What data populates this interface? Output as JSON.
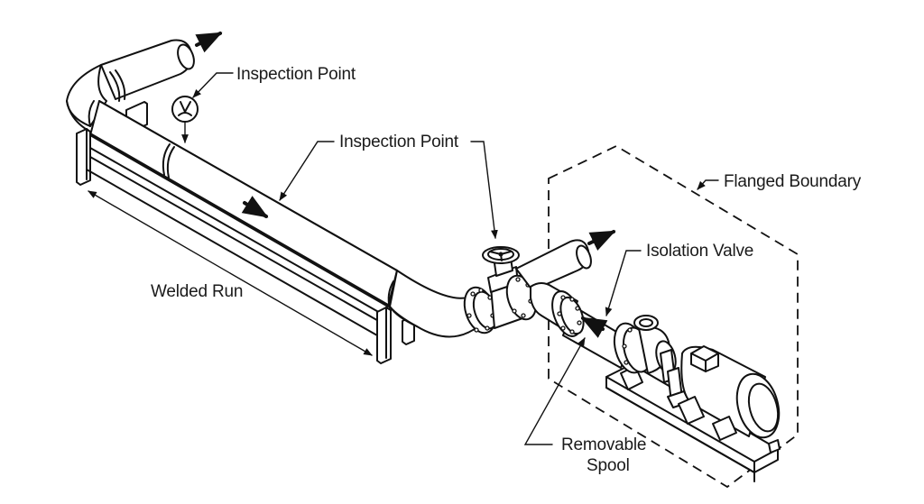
{
  "diagram": {
    "title": "Isometric piping layout with pump skid",
    "line_color": "#111111",
    "background": "#ffffff",
    "labels": {
      "inspection_point_top": "Inspection Point",
      "inspection_point_mid": "Inspection Point",
      "flanged_boundary": "Flanged Boundary",
      "isolation_valve": "Isolation Valve",
      "welded_run": "Welded Run",
      "removable_spool_line1": "Removable",
      "removable_spool_line2": "Spool"
    },
    "components": [
      {
        "name": "elbow-pipe-top-left",
        "icon": "pipe-elbow"
      },
      {
        "name": "inspection-gauge",
        "icon": "gauge-circle"
      },
      {
        "name": "welded-pipe-run",
        "icon": "pipe"
      },
      {
        "name": "pipe-rack",
        "icon": "rack"
      },
      {
        "name": "gate-valve",
        "icon": "handwheel-valve"
      },
      {
        "name": "flanged-boundary",
        "icon": "dashed-hexagon"
      },
      {
        "name": "removable-spool",
        "icon": "flanged-spool"
      },
      {
        "name": "centrifugal-pump",
        "icon": "pump"
      },
      {
        "name": "electric-motor",
        "icon": "motor"
      },
      {
        "name": "baseplate-skid",
        "icon": "skid"
      }
    ],
    "flow_arrows": [
      {
        "name": "flow-arrow-top-outlet",
        "direction": "up-right"
      },
      {
        "name": "flow-arrow-main-run",
        "direction": "down-right"
      },
      {
        "name": "flow-arrow-branch-outlet",
        "direction": "up-right"
      },
      {
        "name": "flow-arrow-spool",
        "direction": "up-left"
      }
    ]
  }
}
